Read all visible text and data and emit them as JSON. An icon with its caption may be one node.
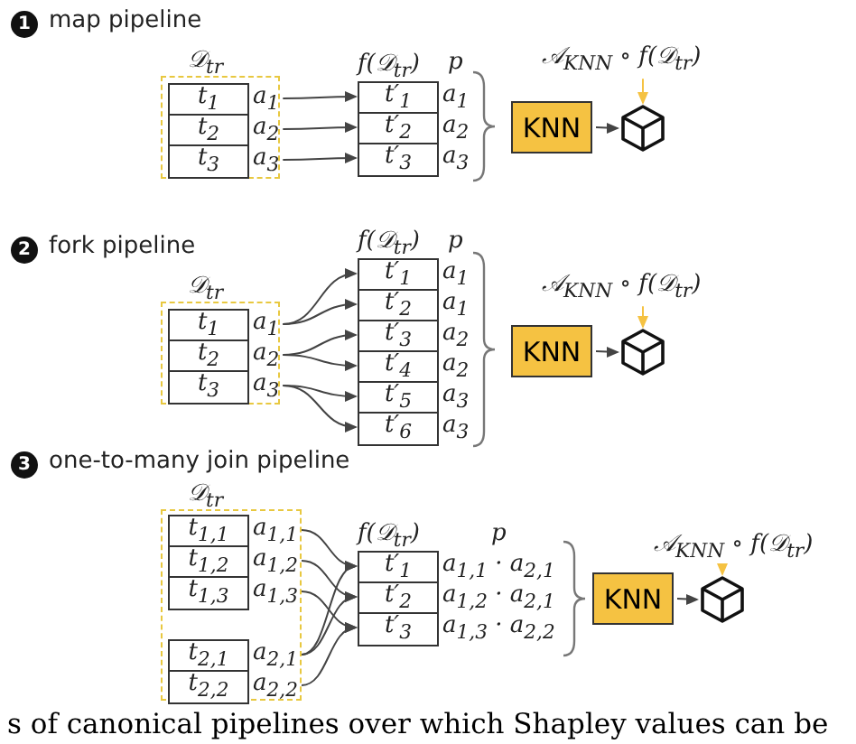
{
  "diagram": {
    "caption": "s of canonical pipelines over which Shapley values can be",
    "nodes": [
      {
        "text": [
          "1"
        ],
        "beside": [
          "map pipeline"
        ]
      },
      {
        "text": [
          "𝒟$_{tr}$"
        ]
      },
      {
        "text": [
          "t$_{1}$"
        ],
        "in": 1,
        "beside": [
          "a$_{1}$"
        ]
      },
      {
        "text": [
          "t$_{2}$"
        ],
        "in": 1,
        "beside": [
          "a$_{2}$"
        ]
      },
      {
        "text": [
          "t$_{3}$"
        ],
        "in": 1,
        "beside": [
          "a$_{3}$"
        ]
      },
      {
        "text": [
          "f(𝒟$_{tr}$)"
        ]
      },
      {
        "text": [
          "t′$_{1}$"
        ],
        "in": 5,
        "beside": [
          "a$_{1}$"
        ]
      },
      {
        "text": [
          "t′$_{2}$"
        ],
        "in": 5,
        "beside": [
          "a$_{2}$"
        ]
      },
      {
        "text": [
          "t′$_{3}$"
        ],
        "in": 5,
        "beside": [
          "a$_{3}$"
        ]
      },
      {
        "text": [
          "KNN"
        ]
      },
      {
        "text": [],
        "shape": "cube"
      },
      {
        "text": [
          "𝒜$_{KNN}$ ∘ f(𝒟$_{tr}$)"
        ]
      },
      {
        "text": [
          "2"
        ],
        "beside": [
          "fork pipeline"
        ]
      },
      {
        "text": [
          "𝒟$_{tr}$"
        ]
      },
      {
        "text": [
          "t$_{1}$"
        ],
        "in": 13,
        "beside": [
          "a$_{1}$"
        ]
      },
      {
        "text": [
          "t$_{2}$"
        ],
        "in": 13,
        "beside": [
          "a$_{2}$"
        ]
      },
      {
        "text": [
          "t$_{3}$"
        ],
        "in": 13,
        "beside": [
          "a$_{3}$"
        ]
      },
      {
        "text": [
          "f(𝒟$_{tr}$)"
        ]
      },
      {
        "text": [
          "t′$_{1}$"
        ],
        "in": 17,
        "beside": [
          "a$_{1}$"
        ]
      },
      {
        "text": [
          "t′$_{2}$"
        ],
        "in": 17,
        "beside": [
          "a$_{1}$"
        ]
      },
      {
        "text": [
          "t′$_{3}$"
        ],
        "in": 17,
        "beside": [
          "a$_{2}$"
        ]
      },
      {
        "text": [
          "t′$_{4}$"
        ],
        "in": 17,
        "beside": [
          "a$_{2}$"
        ]
      },
      {
        "text": [
          "t′$_{5}$"
        ],
        "in": 17,
        "beside": [
          "a$_{3}$"
        ]
      },
      {
        "text": [
          "t′$_{6}$"
        ],
        "in": 17,
        "beside": [
          "a$_{3}$"
        ]
      },
      {
        "text": [
          "KNN"
        ]
      },
      {
        "text": [],
        "shape": "cube"
      },
      {
        "text": [
          "𝒜$_{KNN}$ ∘ f(𝒟$_{tr}$)"
        ]
      },
      {
        "text": [
          "3"
        ],
        "beside": [
          "one-to-many join pipeline"
        ]
      },
      {
        "text": [
          "𝒟$_{tr}$"
        ]
      },
      {
        "text": [
          "t$_{1,1}$"
        ],
        "in": 28,
        "beside": [
          "a$_{1,1}$"
        ]
      },
      {
        "text": [
          "t$_{1,2}$"
        ],
        "in": 28,
        "beside": [
          "a$_{1,2}$"
        ]
      },
      {
        "text": [
          "t$_{1,3}$"
        ],
        "in": 28,
        "beside": [
          "a$_{1,3}$"
        ]
      },
      {
        "text": [
          "t$_{2,1}$"
        ],
        "in": 28,
        "beside": [
          "a$_{2,1}$"
        ]
      },
      {
        "text": [
          "t$_{2,2}$"
        ],
        "in": 28,
        "beside": [
          "a$_{2,2}$"
        ]
      },
      {
        "text": [
          "f(𝒟$_{tr}$)"
        ]
      },
      {
        "text": [
          "t′$_{1}$"
        ],
        "in": 34,
        "beside": [
          "a$_{1,1}$ · a$_{2,1}$"
        ]
      },
      {
        "text": [
          "t′$_{2}$"
        ],
        "in": 34,
        "beside": [
          "a$_{1,2}$ · a$_{2,1}$"
        ]
      },
      {
        "text": [
          "t′$_{3}$"
        ],
        "in": 34,
        "beside": [
          "a$_{1,3}$ · a$_{2,2}$"
        ]
      },
      {
        "text": [
          "KNN"
        ]
      },
      {
        "text": [],
        "shape": "cube"
      },
      {
        "text": [
          "𝒜$_{KNN}$ ∘ f(𝒟$_{tr}$)"
        ]
      }
    ],
    "edges": [
      {
        "from": 2,
        "to": 6,
        "arrow": "to"
      },
      {
        "from": 3,
        "to": 7,
        "arrow": "to"
      },
      {
        "from": 4,
        "to": 8,
        "arrow": "to"
      },
      {
        "from": 9,
        "to": 10,
        "arrow": "to"
      },
      {
        "from": 11,
        "to": 10,
        "arrow": "to",
        "color": "#f5c242"
      },
      {
        "from": 14,
        "to": 18,
        "arrow": "to"
      },
      {
        "from": 14,
        "to": 19,
        "arrow": "to"
      },
      {
        "from": 15,
        "to": 20,
        "arrow": "to"
      },
      {
        "from": 15,
        "to": 21,
        "arrow": "to"
      },
      {
        "from": 16,
        "to": 22,
        "arrow": "to"
      },
      {
        "from": 16,
        "to": 23,
        "arrow": "to"
      },
      {
        "from": 24,
        "to": 25,
        "arrow": "to"
      },
      {
        "from": 26,
        "to": 25,
        "arrow": "to",
        "color": "#f5c242"
      },
      {
        "from": 29,
        "to": 35,
        "arrow": "to"
      },
      {
        "from": 30,
        "to": 36,
        "arrow": "to"
      },
      {
        "from": 31,
        "to": 37,
        "arrow": "to"
      },
      {
        "from": 32,
        "to": 35,
        "arrow": "to"
      },
      {
        "from": 32,
        "to": 36,
        "arrow": "to"
      },
      {
        "from": 33,
        "to": 37,
        "arrow": "to"
      },
      {
        "from": 38,
        "to": 39,
        "arrow": "to"
      },
      {
        "from": 40,
        "to": 39,
        "arrow": "to",
        "color": "#f5c242"
      }
    ],
    "labels": [
      "p",
      "p",
      "p"
    ]
  }
}
